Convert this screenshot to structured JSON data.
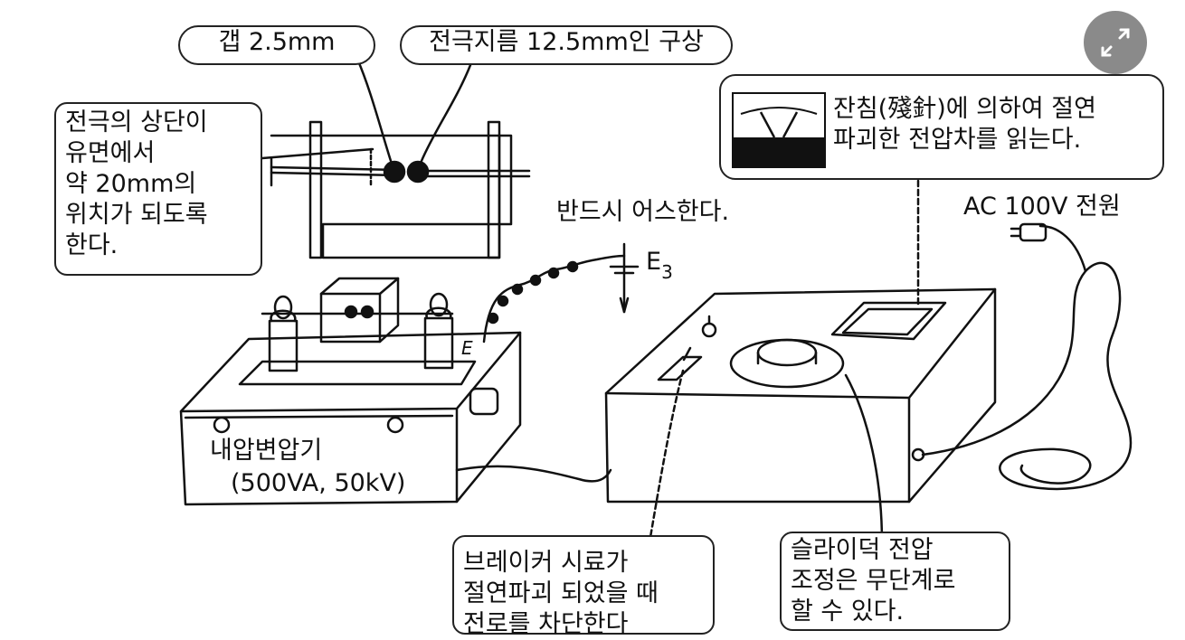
{
  "diagram": {
    "callouts": {
      "gap": "갭 2.5mm",
      "electrode_diameter": "전극지름 12.5mm인 구상",
      "electrode_top": [
        "전극의 상단이",
        "유면에서",
        "약 20mm의",
        "위치가 되도록",
        "한다."
      ],
      "needle_reading": [
        "잔침(殘針)에 의하여 절연",
        "파괴한 전압차를 읽는다."
      ],
      "breaker": [
        "브레이커 시료가",
        "절연파괴 되었을 때",
        "전로를 차단한다"
      ],
      "slidac": [
        "슬라이덕 전압",
        "조정은 무단계로",
        "할 수 있다."
      ]
    },
    "labels": {
      "earth_note": "반드시 어스한다.",
      "earth_symbol": "E",
      "earth_subscript": "3",
      "terminal_e": "E",
      "power": "AC 100V 전원",
      "transformer_name": "내압변압기",
      "transformer_rating": "(500VA, 50kV)"
    }
  },
  "ui": {
    "expand_icon": "expand-arrows-icon",
    "button_color": "#8a8a8a"
  }
}
